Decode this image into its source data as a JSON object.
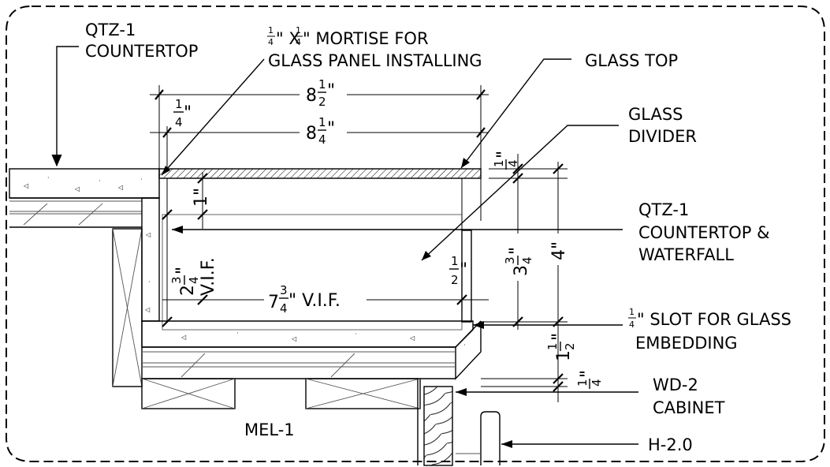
{
  "labels": {
    "qtz1_countertop_a": "QTZ-1",
    "qtz1_countertop_b": "COUNTERTOP",
    "mortise_a_suffix": "\" X ",
    "mortise_a_suffix2": "\" MORTISE FOR",
    "mortise_b": "GLASS PANEL INSTALLING",
    "glass_top": "GLASS TOP",
    "glass_divider_a": "GLASS",
    "glass_divider_b": "DIVIDER",
    "qtz1_waterfall_a": "QTZ-1",
    "qtz1_waterfall_b": "COUNTERTOP &",
    "qtz1_waterfall_c": "WATERFALL",
    "slot_a_suffix": "\" SLOT FOR GLASS",
    "slot_b": "EMBEDDING",
    "wd2_a": "WD-2",
    "wd2_b": "CABINET",
    "mel1": "MEL-1",
    "h20": "H-2.0"
  },
  "dims": {
    "overall_whole": "8",
    "overall_num": "1",
    "overall_den": "2",
    "inner_whole": "8",
    "inner_num": "1",
    "inner_den": "4",
    "left_quarter_num": "1",
    "left_quarter_den": "4",
    "glass_thk_num": "1",
    "glass_thk_den": "4",
    "gap_one": "1\"",
    "height_whole": "2",
    "height_num": "3",
    "height_den": "4",
    "height_note": "V.I.F.",
    "width_whole": "7",
    "width_num": "3",
    "width_den": "4",
    "width_note": "\" V.I.F.",
    "half_num": "1",
    "half_den": "2",
    "h334_whole": "3",
    "h334_num": "3",
    "h334_den": "4",
    "h4": "4\"",
    "h112_whole": "1",
    "h112_num": "1",
    "h112_den": "2",
    "q_bottom_num": "1",
    "q_bottom_den": "4",
    "mortise_num": "1",
    "mortise_den": "4",
    "slot_num": "1",
    "slot_den": "4",
    "inch": "\""
  }
}
